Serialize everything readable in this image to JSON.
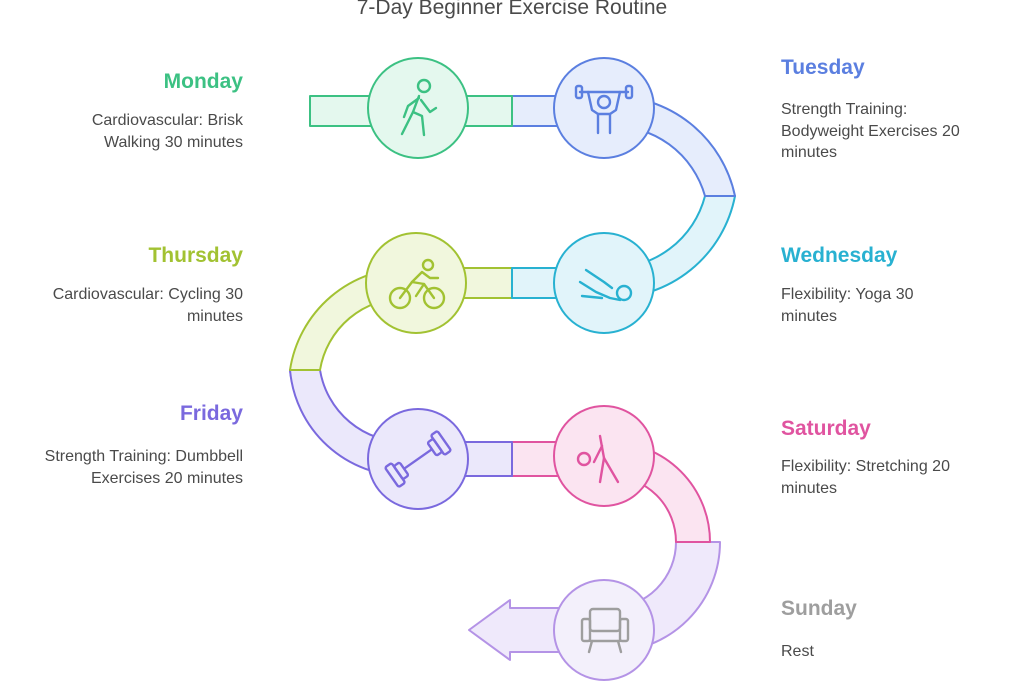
{
  "title": "7-Day Beginner Exercise Routine",
  "days": [
    {
      "day": "Monday",
      "description": "Cardiovascular: Brisk Walking 30 minutes",
      "icon": "walking-person-icon",
      "color": "#3cc183",
      "fill": "#e4f8ee"
    },
    {
      "day": "Tuesday",
      "description": "Strength Training: Bodyweight Exercises 20 minutes",
      "icon": "weightlifter-icon",
      "color": "#5b7fe0",
      "fill": "#e6edfc"
    },
    {
      "day": "Wednesday",
      "description": "Flexibility: Yoga 30 minutes",
      "icon": "yoga-stretch-icon",
      "color": "#28b1d1",
      "fill": "#e1f4fa"
    },
    {
      "day": "Thursday",
      "description": "Cardiovascular: Cycling 30 minutes",
      "icon": "cyclist-icon",
      "color": "#a2c232",
      "fill": "#f1f7dd"
    },
    {
      "day": "Friday",
      "description": "Strength Training: Dumbbell Exercises 20 minutes",
      "icon": "dumbbell-icon",
      "color": "#7a69de",
      "fill": "#ebe8fb"
    },
    {
      "day": "Saturday",
      "description": "Flexibility: Stretching 20 minutes",
      "icon": "stretching-person-icon",
      "color": "#e054a0",
      "fill": "#fbe4f1"
    },
    {
      "day": "Sunday",
      "description": "Rest",
      "icon": "armchair-icon",
      "color": "#9e9e9e",
      "fill": "#efefef"
    }
  ]
}
